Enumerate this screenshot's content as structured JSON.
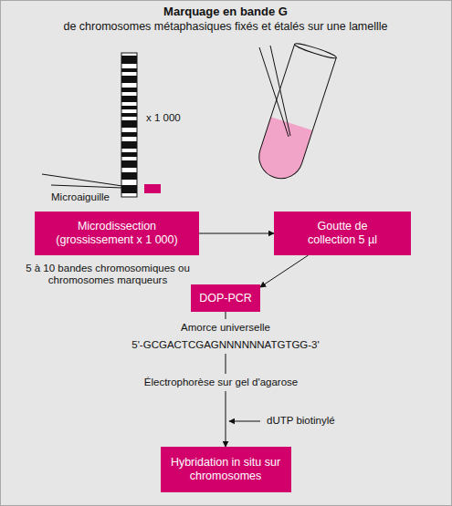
{
  "diagram": {
    "title": "Marquage en bande G",
    "nodes": [
      {
        "text": [
          "Microdissection (grossissement x 1 000)"
        ]
      },
      {
        "text": [
          "Goutte de collection 5 µl"
        ]
      },
      {
        "text": [
          "DOP-PCR"
        ]
      },
      {
        "text": [
          "Hybridation in situ sur chromosomes"
        ]
      }
    ],
    "edges": [
      {
        "from": 0,
        "to": 1,
        "arrow": "to"
      },
      {
        "from": 1,
        "to": 2,
        "arrow": "to"
      },
      {
        "from": 2,
        "to": 3,
        "arrow": "to"
      }
    ],
    "labels": [
      "de chromosomes métaphasiques fixés et étalés sur une lamellle",
      "x 1 000",
      "Microaiguille",
      "5 à 10 bandes chromosomiques ou chromosomes marqueurs",
      "Amorce universelle",
      "5'-GCGACTCGAGNNNNNNATGTGG-3'",
      "Électrophorèse sur gel d'agarose",
      "dUTP biotinylé"
    ]
  }
}
